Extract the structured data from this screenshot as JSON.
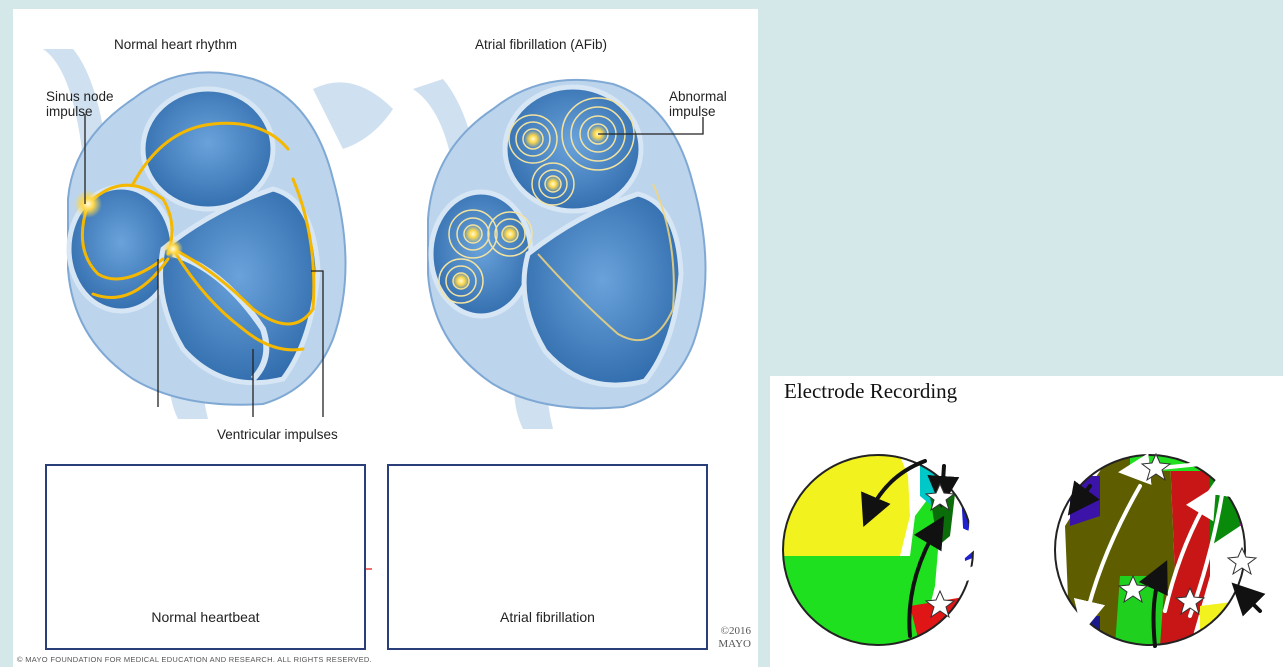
{
  "diagram": {
    "normal_title": "Normal heart rhythm",
    "afib_title": "Atrial fibrillation (AFib)",
    "sinus_label": "Sinus node\nimpulse",
    "abnormal_label": "Abnormal\nimpulse",
    "ventricular_label": "Ventricular impulses",
    "normal_ecg_caption": "Normal heartbeat",
    "afib_ecg_caption": "Atrial fibrillation",
    "copyright": "©2016\nMAYO",
    "footer": "© MAYO FOUNDATION FOR MEDICAL EDUCATION AND RESEARCH. ALL RIGHTS RESERVED."
  },
  "electrode": {
    "title": "Electrode Recording"
  },
  "colors": {
    "background": "#d4e8ea",
    "heart_blue": "#4a86c5",
    "impulse": "#f5b800",
    "ecg_line": "#e8403e",
    "box_border": "#2a3f7a"
  },
  "icons": [
    "star-icon",
    "arrow-icon"
  ]
}
